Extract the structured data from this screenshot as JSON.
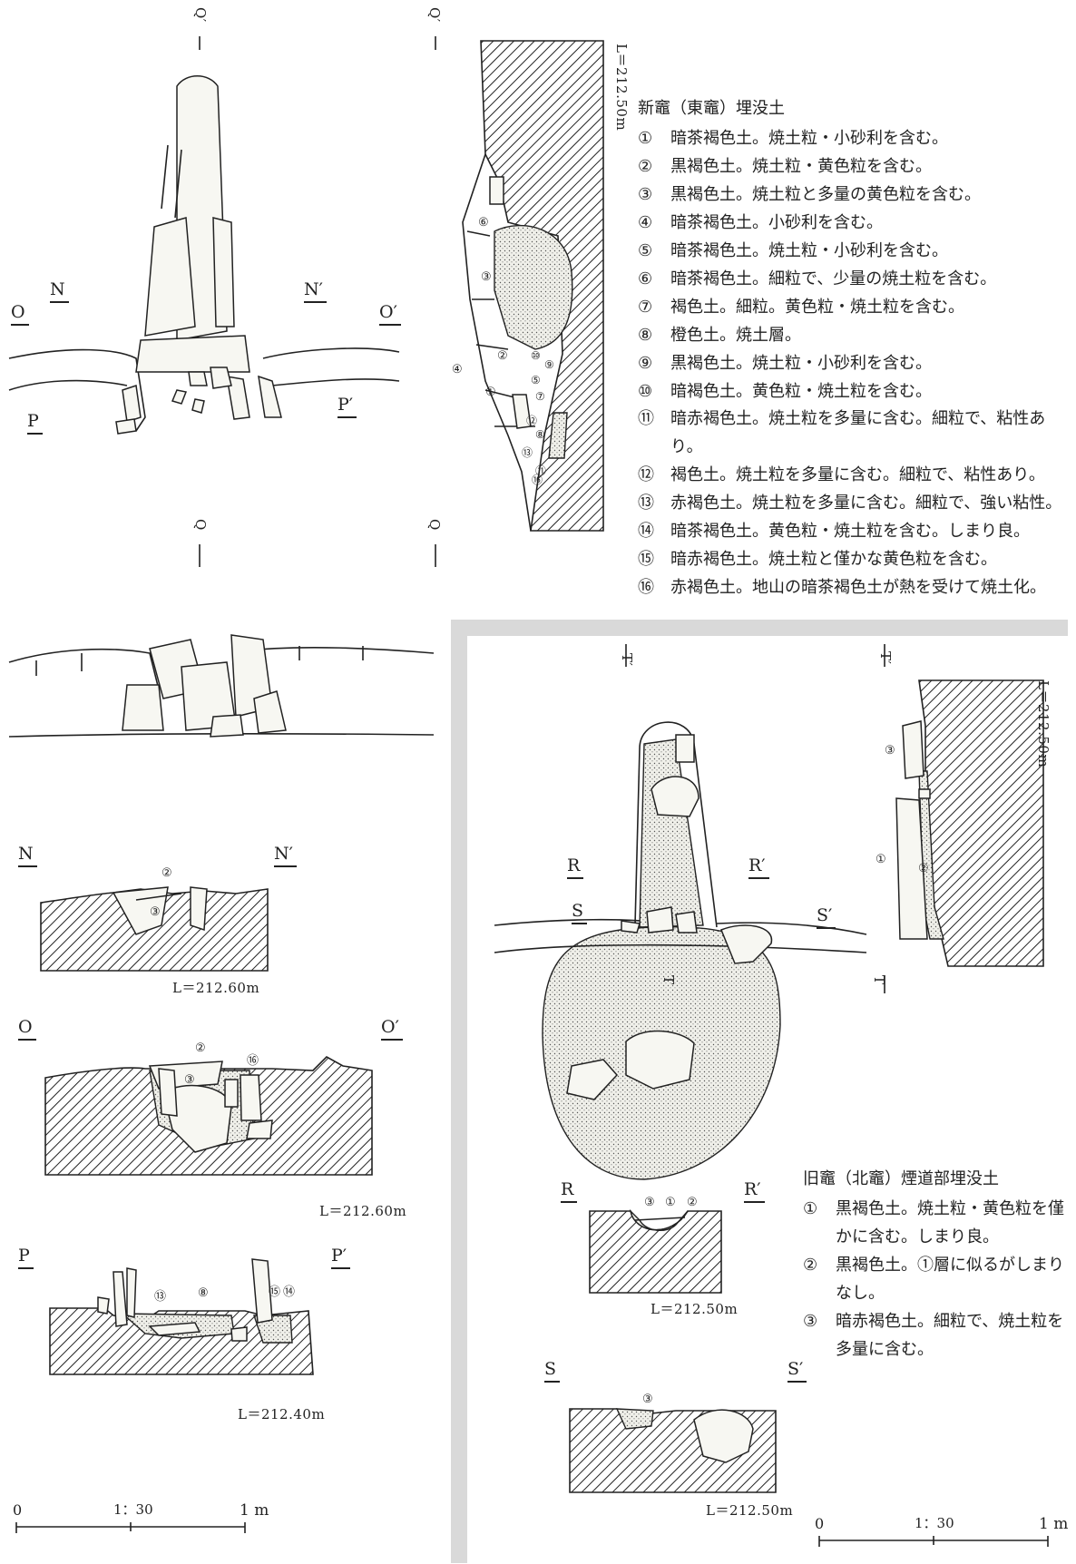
{
  "sections": {
    "N": {
      "left": "N",
      "right": "N′",
      "level": "L＝212.60m"
    },
    "O": {
      "left": "O",
      "right": "O′",
      "level": "L＝212.60m"
    },
    "P": {
      "left": "P",
      "right": "P′",
      "level": "L＝212.40m"
    },
    "R": {
      "left": "R",
      "right": "R′",
      "level": "L＝212.50m"
    },
    "S": {
      "left": "S",
      "right": "S′",
      "level": "L＝212.50m"
    }
  },
  "plan_top": {
    "Q_top": "Q′",
    "Q_bottom": "Q",
    "Q2_top": "Q′",
    "Q2_bottom": "Q",
    "N": "N",
    "N_prime": "N′",
    "O": "O",
    "O_prime": "O′",
    "P": "P",
    "P_prime": "P′",
    "level": "L＝212.50m"
  },
  "plan_bottom": {
    "T_top": "T′",
    "T2_top": "T′",
    "T_mid": "T",
    "T_bottom": "T",
    "R": "R",
    "R_prime": "R′",
    "S": "S",
    "S_prime": "S′",
    "level": "L＝212.50m"
  },
  "legend_new": {
    "title": "新竈（東竈）埋没土",
    "items": [
      {
        "num": "①",
        "text": "暗茶褐色土。焼土粒・小砂利を含む。"
      },
      {
        "num": "②",
        "text": "黒褐色土。焼土粒・黄色粒を含む。"
      },
      {
        "num": "③",
        "text": "黒褐色土。焼土粒と多量の黄色粒を含む。"
      },
      {
        "num": "④",
        "text": "暗茶褐色土。小砂利を含む。"
      },
      {
        "num": "⑤",
        "text": "暗茶褐色土。焼土粒・小砂利を含む。"
      },
      {
        "num": "⑥",
        "text": "暗茶褐色土。細粒で、少量の焼土粒を含む。"
      },
      {
        "num": "⑦",
        "text": "褐色土。細粒。黄色粒・焼土粒を含む。"
      },
      {
        "num": "⑧",
        "text": "橙色土。焼土層。"
      },
      {
        "num": "⑨",
        "text": "黒褐色土。焼土粒・小砂利を含む。"
      },
      {
        "num": "⑩",
        "text": "暗褐色土。黄色粒・焼土粒を含む。"
      },
      {
        "num": "⑪",
        "text": "暗赤褐色土。焼土粒を多量に含む。細粒で、粘性あり。"
      },
      {
        "num": "⑫",
        "text": "褐色土。焼土粒を多量に含む。細粒で、粘性あり。"
      },
      {
        "num": "⑬",
        "text": "赤褐色土。焼土粒を多量に含む。細粒で、強い粘性。"
      },
      {
        "num": "⑭",
        "text": "暗茶褐色土。黄色粒・焼土粒を含む。しまり良。"
      },
      {
        "num": "⑮",
        "text": "暗赤褐色土。焼土粒と僅かな黄色粒を含む。"
      },
      {
        "num": "⑯",
        "text": "赤褐色土。地山の暗茶褐色土が熱を受けて焼土化。"
      }
    ]
  },
  "legend_old": {
    "title": "旧竈（北竈）煙道部埋没土",
    "items": [
      {
        "num": "①",
        "text": "黒褐色土。焼土粒・黄色粒を僅かに含む。しまり良。"
      },
      {
        "num": "②",
        "text": "黒褐色土。①層に似るがしまりなし。"
      },
      {
        "num": "③",
        "text": "暗赤褐色土。細粒で、焼土粒を多量に含む。"
      }
    ]
  },
  "scale_left": {
    "zero": "0",
    "ratio": "1：30",
    "unit": "1 m"
  },
  "scale_right": {
    "zero": "0",
    "ratio": "1：30",
    "unit": "1 m"
  },
  "callouts": {
    "c1": "①",
    "c2": "②",
    "c3": "③",
    "c4": "④",
    "c5": "⑤",
    "c6": "⑥",
    "c7": "⑦",
    "c8": "⑧",
    "c9": "⑨",
    "c10": "⑩",
    "c11": "⑪",
    "c12": "⑫",
    "c13": "⑬",
    "c14": "⑭",
    "c15": "⑮",
    "c16": "⑯"
  }
}
